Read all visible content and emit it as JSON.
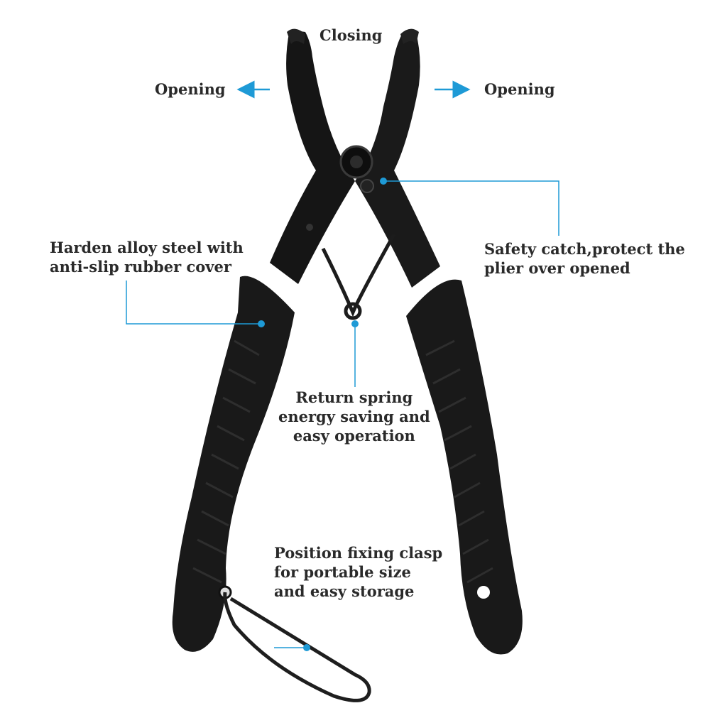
{
  "arrows": {
    "closing": "Closing",
    "opening_left": "Opening",
    "opening_right": "Opening"
  },
  "callouts": {
    "steel": [
      "Harden alloy steel with",
      "anti-slip rubber cover"
    ],
    "safety": [
      "Safety catch,protect the",
      "plier over opened"
    ],
    "spring": [
      "Return spring",
      "energy saving and",
      "easy operation"
    ],
    "clasp": [
      "Position fixing clasp",
      "for portable size",
      "and easy storage"
    ]
  },
  "colors": {
    "accent": "#1e9ad6",
    "tool": "#141414",
    "text": "#2a2a2a"
  }
}
